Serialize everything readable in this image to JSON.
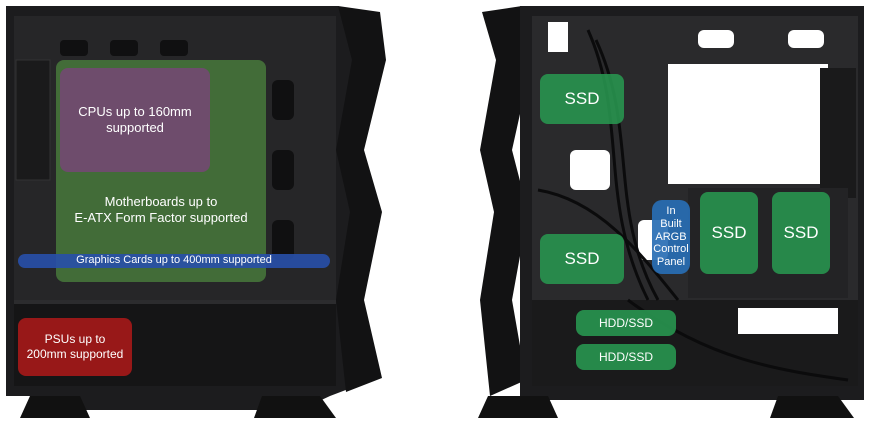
{
  "left_case": {
    "cpu_label_line1": "CPUs up to 160mm",
    "cpu_label_line2": "supported",
    "mobo_label_line1": "Motherboards up to",
    "mobo_label_line2": "E-ATX Form Factor supported",
    "gpu_label": "Graphics Cards up to 400mm supported",
    "psu_label_line1": "PSUs up to",
    "psu_label_line2": "200mm supported"
  },
  "right_case": {
    "ssd_labels": [
      "SSD",
      "SSD",
      "SSD",
      "SSD"
    ],
    "argb_lines": [
      "In",
      "Built",
      "ARGB",
      "Control",
      "Panel"
    ],
    "hdd_labels": [
      "HDD/SSD",
      "HDD/SSD"
    ]
  },
  "colors": {
    "cpu_zone": "#784678",
    "mobo_zone": "#5aa546",
    "gpu_zone": "#2850aa",
    "psu_zone": "#af1919",
    "ssd_tag": "#289650",
    "argb_tag": "#286eb4",
    "case_frame": "#1c1c1e"
  }
}
